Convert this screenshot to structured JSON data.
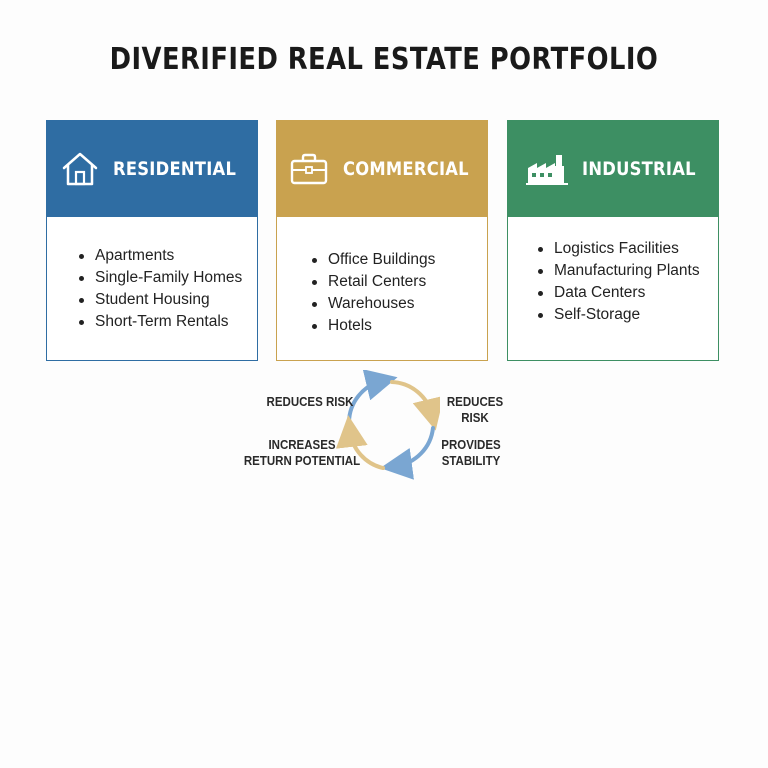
{
  "title": "DIVERIFIED REAL ESTATE PORTFOLIO",
  "categories": [
    {
      "name": "RESIDENTIAL",
      "icon": "house-icon",
      "color": "#2f6da3",
      "items": [
        "Apartments",
        "Single-Family Homes",
        "Student Housing",
        "Short-Term Rentals"
      ]
    },
    {
      "name": "COMMERCIAL",
      "icon": "briefcase-icon",
      "color": "#c9a24f",
      "items": [
        "Office Buildings",
        "Retail Centers",
        "Warehouses",
        "Hotels"
      ]
    },
    {
      "name": "INDUSTRIAL",
      "icon": "factory-icon",
      "color": "#3d8f63",
      "items": [
        "Logistics Facilities",
        "Manufacturing Plants",
        "Data Centers",
        "Self-Storage"
      ]
    }
  ],
  "cycle": {
    "top_left": "REDUCES RISK",
    "top_right": "REDUCES RISK",
    "bottom_right_line1": "PROVIDES",
    "bottom_right_line2": "STABILITY",
    "bottom_left_line1": "INCREASES",
    "bottom_left_line2": "RETURN POTENTIAL",
    "colors": {
      "blue": "#7aa6d2",
      "gold": "#e0c48a"
    }
  }
}
